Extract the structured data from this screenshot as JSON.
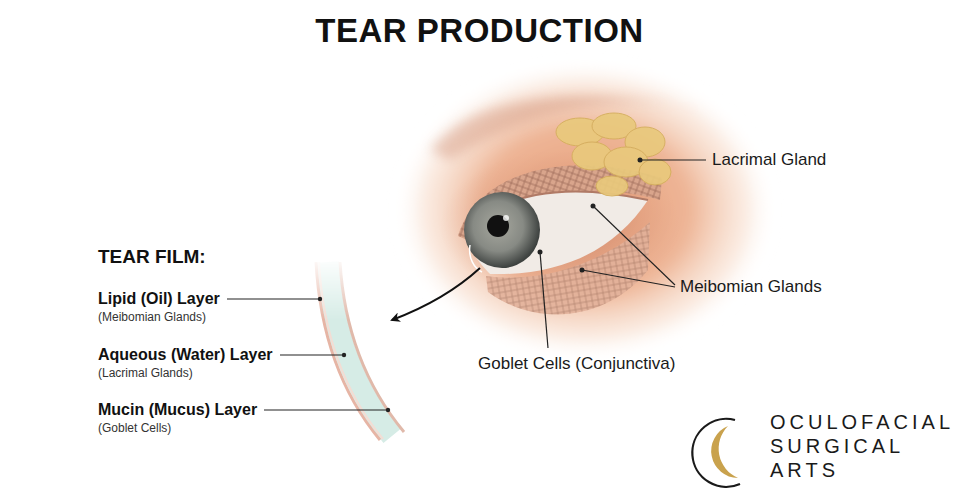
{
  "diagram": {
    "title": "TEAR PRODUCTION",
    "labels": [
      "TEAR FILM:",
      "Lipid (Oil) Layer",
      "(Meibomian Glands)",
      "Aqueous (Water) Layer",
      "(Lacrimal Glands)",
      "Mucin (Mucus) Layer",
      "(Goblet Cells)",
      "Lacrimal Gland",
      "Meibomian Glands",
      "Goblet Cells (Conjunctiva)",
      "OCULOFACIAL SURGICAL ARTS"
    ]
  }
}
